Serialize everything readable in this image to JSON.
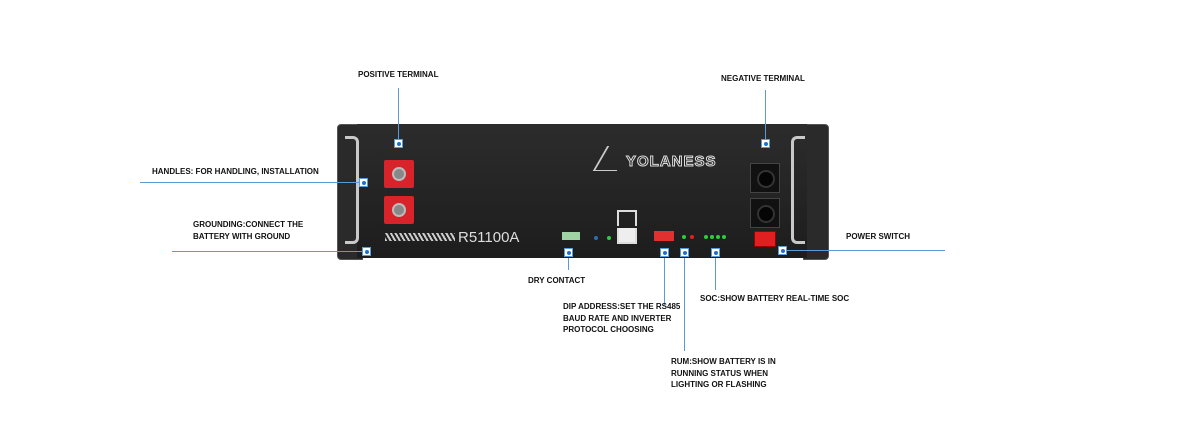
{
  "product": {
    "brand": "YOLANESS",
    "model": "R51100A"
  },
  "labels": {
    "positive_terminal": "POSITIVE TERMINAL",
    "negative_terminal": "NEGATIVE TERMINAL",
    "handles": "HANDLES: FOR HANDLING, INSTALLATION",
    "grounding_1": "GROUNDING:CONNECT THE",
    "grounding_2": "BATTERY WITH GROUND",
    "power_switch": "POWER SWITCH",
    "dry_contact": "DRY CONTACT",
    "dip_1": "DIP ADDRESS:SET THE RS485",
    "dip_2": "BAUD RATE AND INVERTER",
    "dip_3": "PROTOCOL CHOOSING",
    "soc": "SOC:SHOW BATTERY REAL-TIME SOC",
    "rum_1": "RUM:SHOW BATTERY IS IN",
    "rum_2": "RUNNING STATUS WHEN",
    "rum_3": "LIGHTING OR FLASHING"
  },
  "colors": {
    "callout": "#5b9bd5",
    "terminal": "#d8232a",
    "led_green": "#2ecc40",
    "led_red": "#e02020"
  }
}
